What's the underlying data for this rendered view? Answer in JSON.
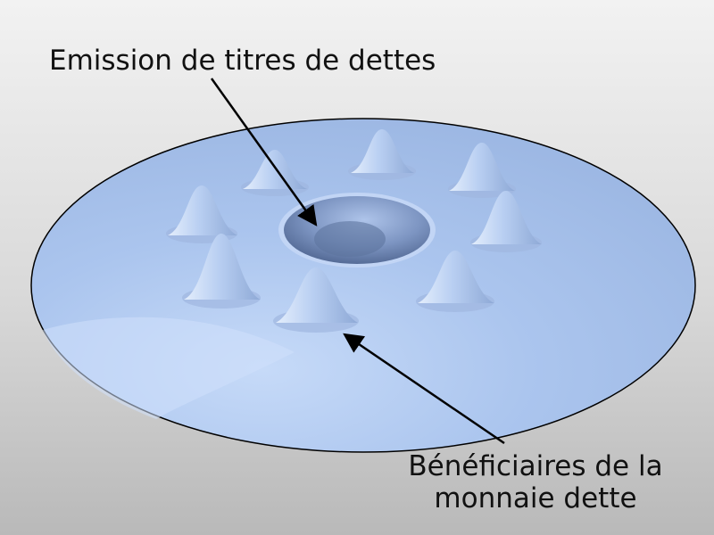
{
  "labels": {
    "debt_issuance": "Emission de titres de dettes",
    "beneficiaries_line1": "Bénéficiaires de la",
    "beneficiaries_line2": "monnaie dette"
  },
  "colors": {
    "surface": "#aac4ee",
    "surface_light": "#cfe0fb",
    "hole": "#6f88b6",
    "outline": "#000000",
    "arrow": "#000000",
    "background": "#d9d9d9"
  }
}
